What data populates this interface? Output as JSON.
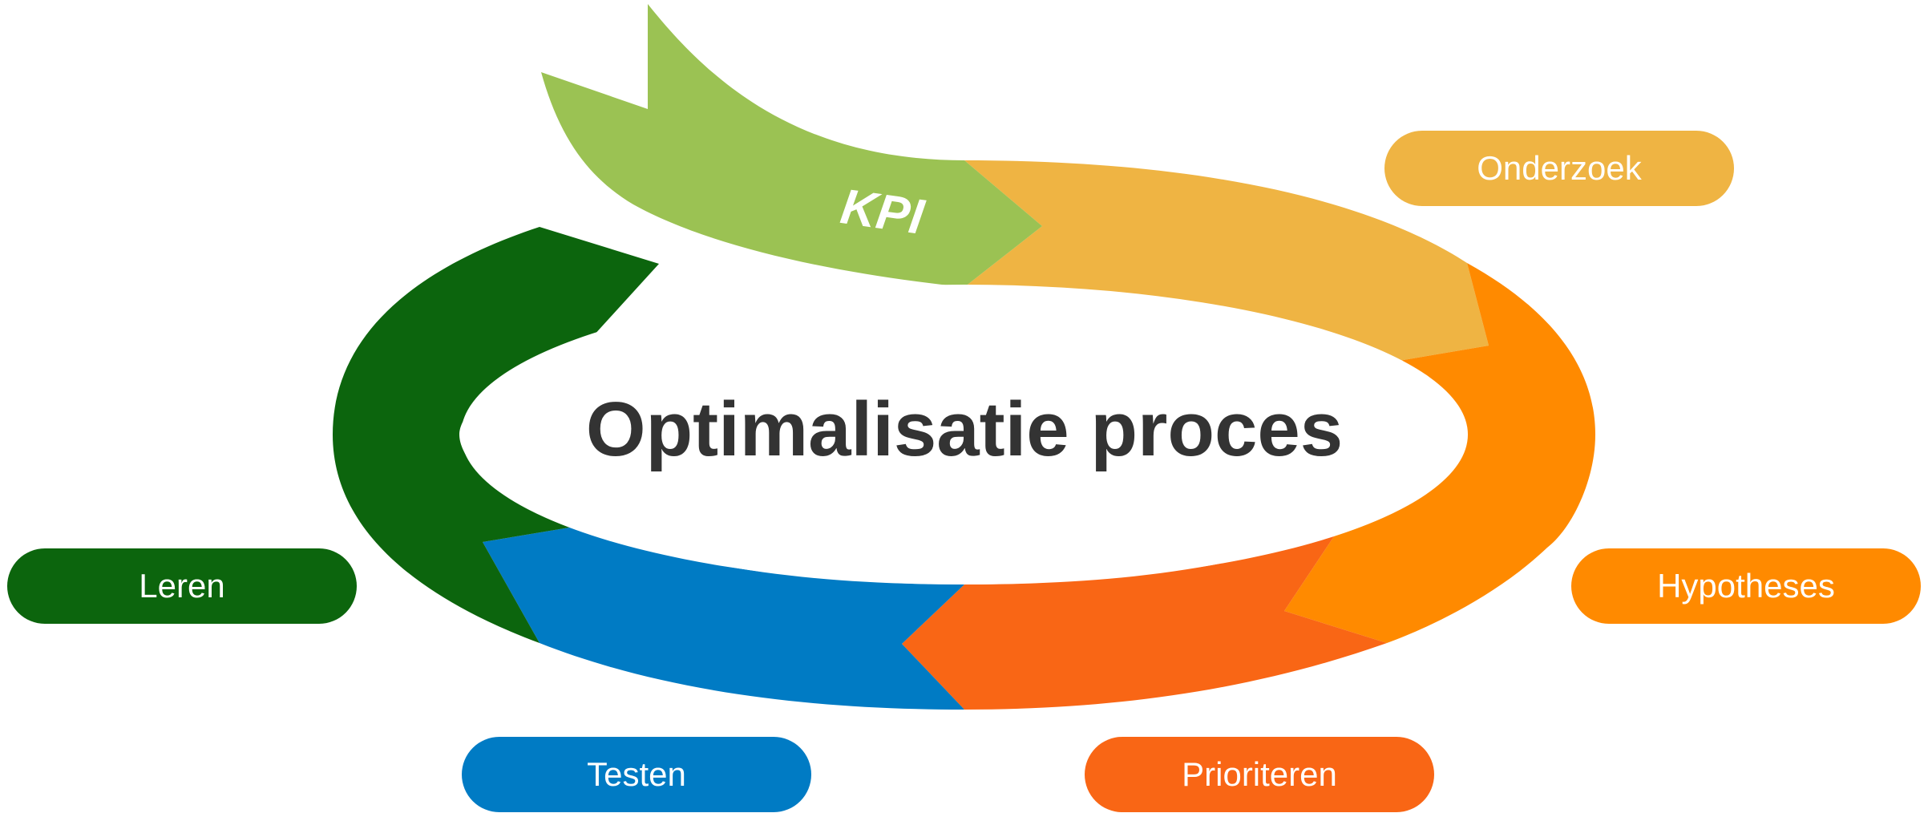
{
  "diagram": {
    "title": "Optimalisatie proces",
    "colors": {
      "kpi": "#9BC253",
      "onderzoek": "#EFB443",
      "hypotheses": "#FF8A00",
      "prioriteren": "#F96615",
      "testen": "#007BC4",
      "leren": "#0C650D",
      "title": "#333333"
    },
    "stages": [
      {
        "id": "kpi",
        "label": "KPI"
      },
      {
        "id": "onderzoek",
        "label": "Onderzoek"
      },
      {
        "id": "hypotheses",
        "label": "Hypotheses"
      },
      {
        "id": "prioriteren",
        "label": "Prioriteren"
      },
      {
        "id": "testen",
        "label": "Testen"
      },
      {
        "id": "leren",
        "label": "Leren"
      }
    ]
  }
}
